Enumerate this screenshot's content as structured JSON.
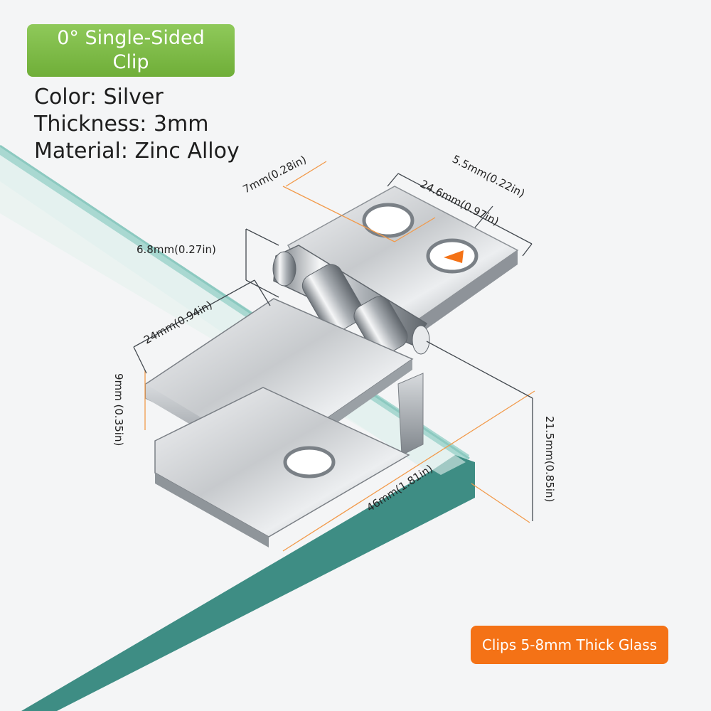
{
  "product": {
    "title_line1": "0° Single-Sided",
    "title_line2": "Clip",
    "specs": [
      "Color: Silver",
      "Thickness: 3mm",
      "Material: Zinc Alloy"
    ],
    "glass_badge": "Clips 5-8mm Thick Glass"
  },
  "dimensions": {
    "hole_spacing": "7mm(0.28in)",
    "flap_width": "5.5mm(0.22in)",
    "flap_length": "24.6mm(0.97in)",
    "hinge_height": "6.8mm(0.27in)",
    "clamp_width": "24mm(0.94in)",
    "clamp_gap": "9mm (0.35in)",
    "clamp_length": "46mm(1.81in)",
    "total_height": "21.5mm(0.85in)"
  },
  "colors": {
    "title_badge": "#7cba47",
    "glass_badge": "#f47216",
    "dimension_line_orange": "#f29a4a",
    "glass_edge": "#3f8f86"
  }
}
